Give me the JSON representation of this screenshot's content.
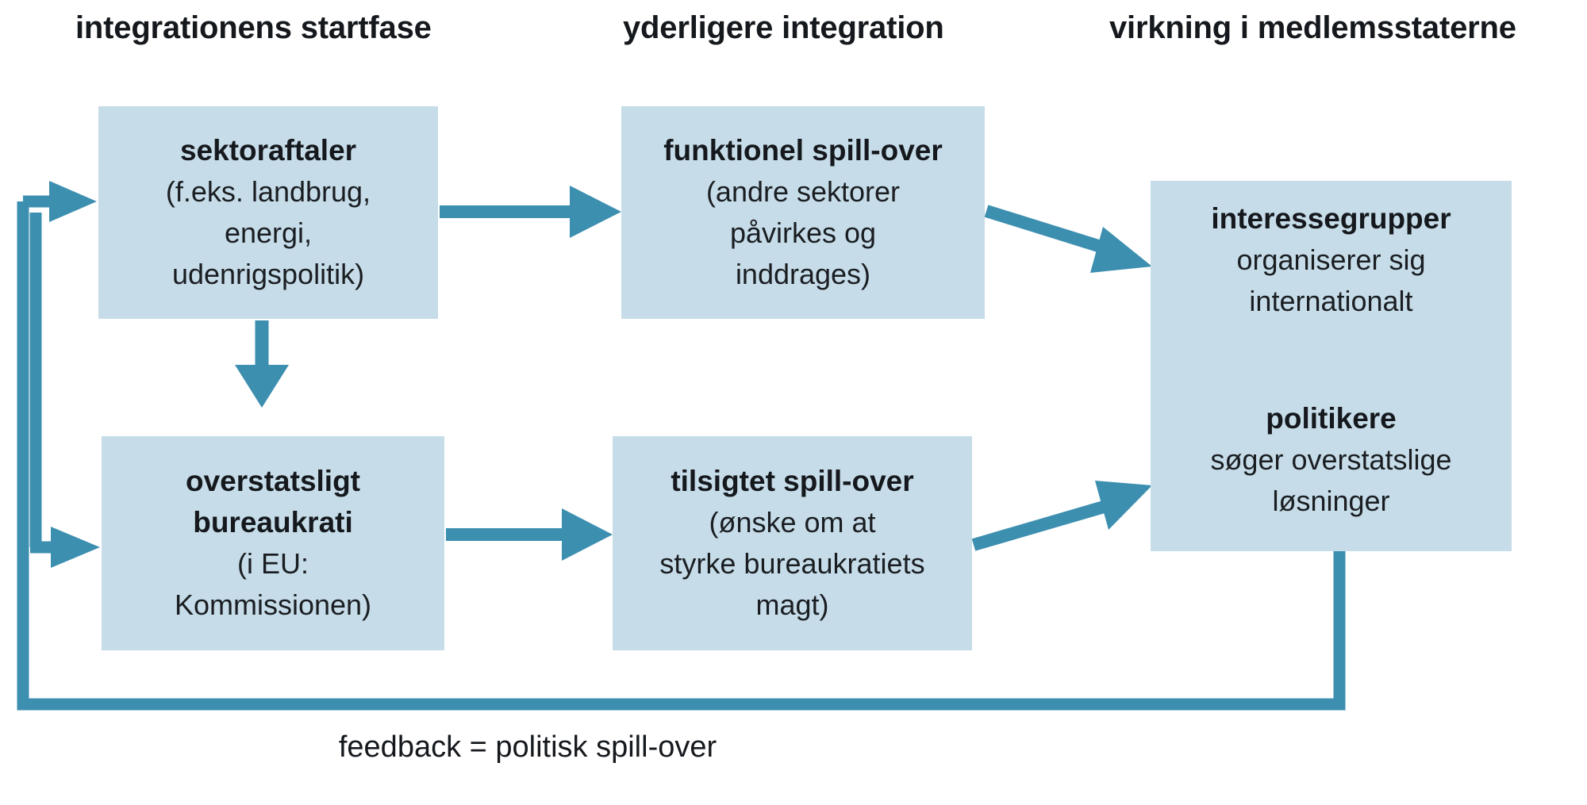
{
  "headers": [
    {
      "label": "integrationens startfase"
    },
    {
      "label": "yderligere integration"
    },
    {
      "label": "virkning i medlemsstaterne"
    }
  ],
  "nodes": {
    "sektoraftaler": {
      "title": "sektoraftaler",
      "detail_line1": "(f.eks. landbrug,",
      "detail_line2": "energi,",
      "detail_line3": "udenrigspolitik)"
    },
    "funktionel": {
      "title": "funktionel spill-over",
      "detail_line1": "(andre sektorer",
      "detail_line2": "påvirkes og",
      "detail_line3": "inddrages)"
    },
    "overstatsligt": {
      "title_line1": "overstatsligt",
      "title_line2": "bureaukrati",
      "detail_line1": "(i EU:",
      "detail_line2": "Kommissionen)"
    },
    "tilsigtet": {
      "title": "tilsigtet spill-over",
      "detail_line1": "(ønske om at",
      "detail_line2": "styrke bureaukratiets",
      "detail_line3": "magt)"
    },
    "virkning": {
      "group1_title": "interessegrupper",
      "group1_line1": "organiserer sig",
      "group1_line2": "internationalt",
      "group2_title": "politikere",
      "group2_line1": "søger overstatslige",
      "group2_line2": "løsninger"
    }
  },
  "caption": "feedback = politisk spill-over",
  "colors": {
    "box_fill": "#c6dce8",
    "connector": "#3d8fb0",
    "text": "#15191d",
    "background": "#ffffff"
  },
  "connectors": [
    {
      "name": "sektoraftaler-to-funktionel",
      "kind": "arrow-right"
    },
    {
      "name": "sektoraftaler-to-overstatsligt",
      "kind": "arrow-down"
    },
    {
      "name": "overstatsligt-to-tilsigtet",
      "kind": "arrow-right"
    },
    {
      "name": "funktionel-to-virkning",
      "kind": "arrow-diagonal-down-right"
    },
    {
      "name": "tilsigtet-to-virkning",
      "kind": "arrow-diagonal-up-right"
    },
    {
      "name": "feedback-loop-to-sektoraftaler",
      "kind": "arrow-right"
    },
    {
      "name": "feedback-loop-to-overstatsligt",
      "kind": "arrow-right"
    },
    {
      "name": "feedback-loop-path",
      "kind": "line"
    }
  ]
}
